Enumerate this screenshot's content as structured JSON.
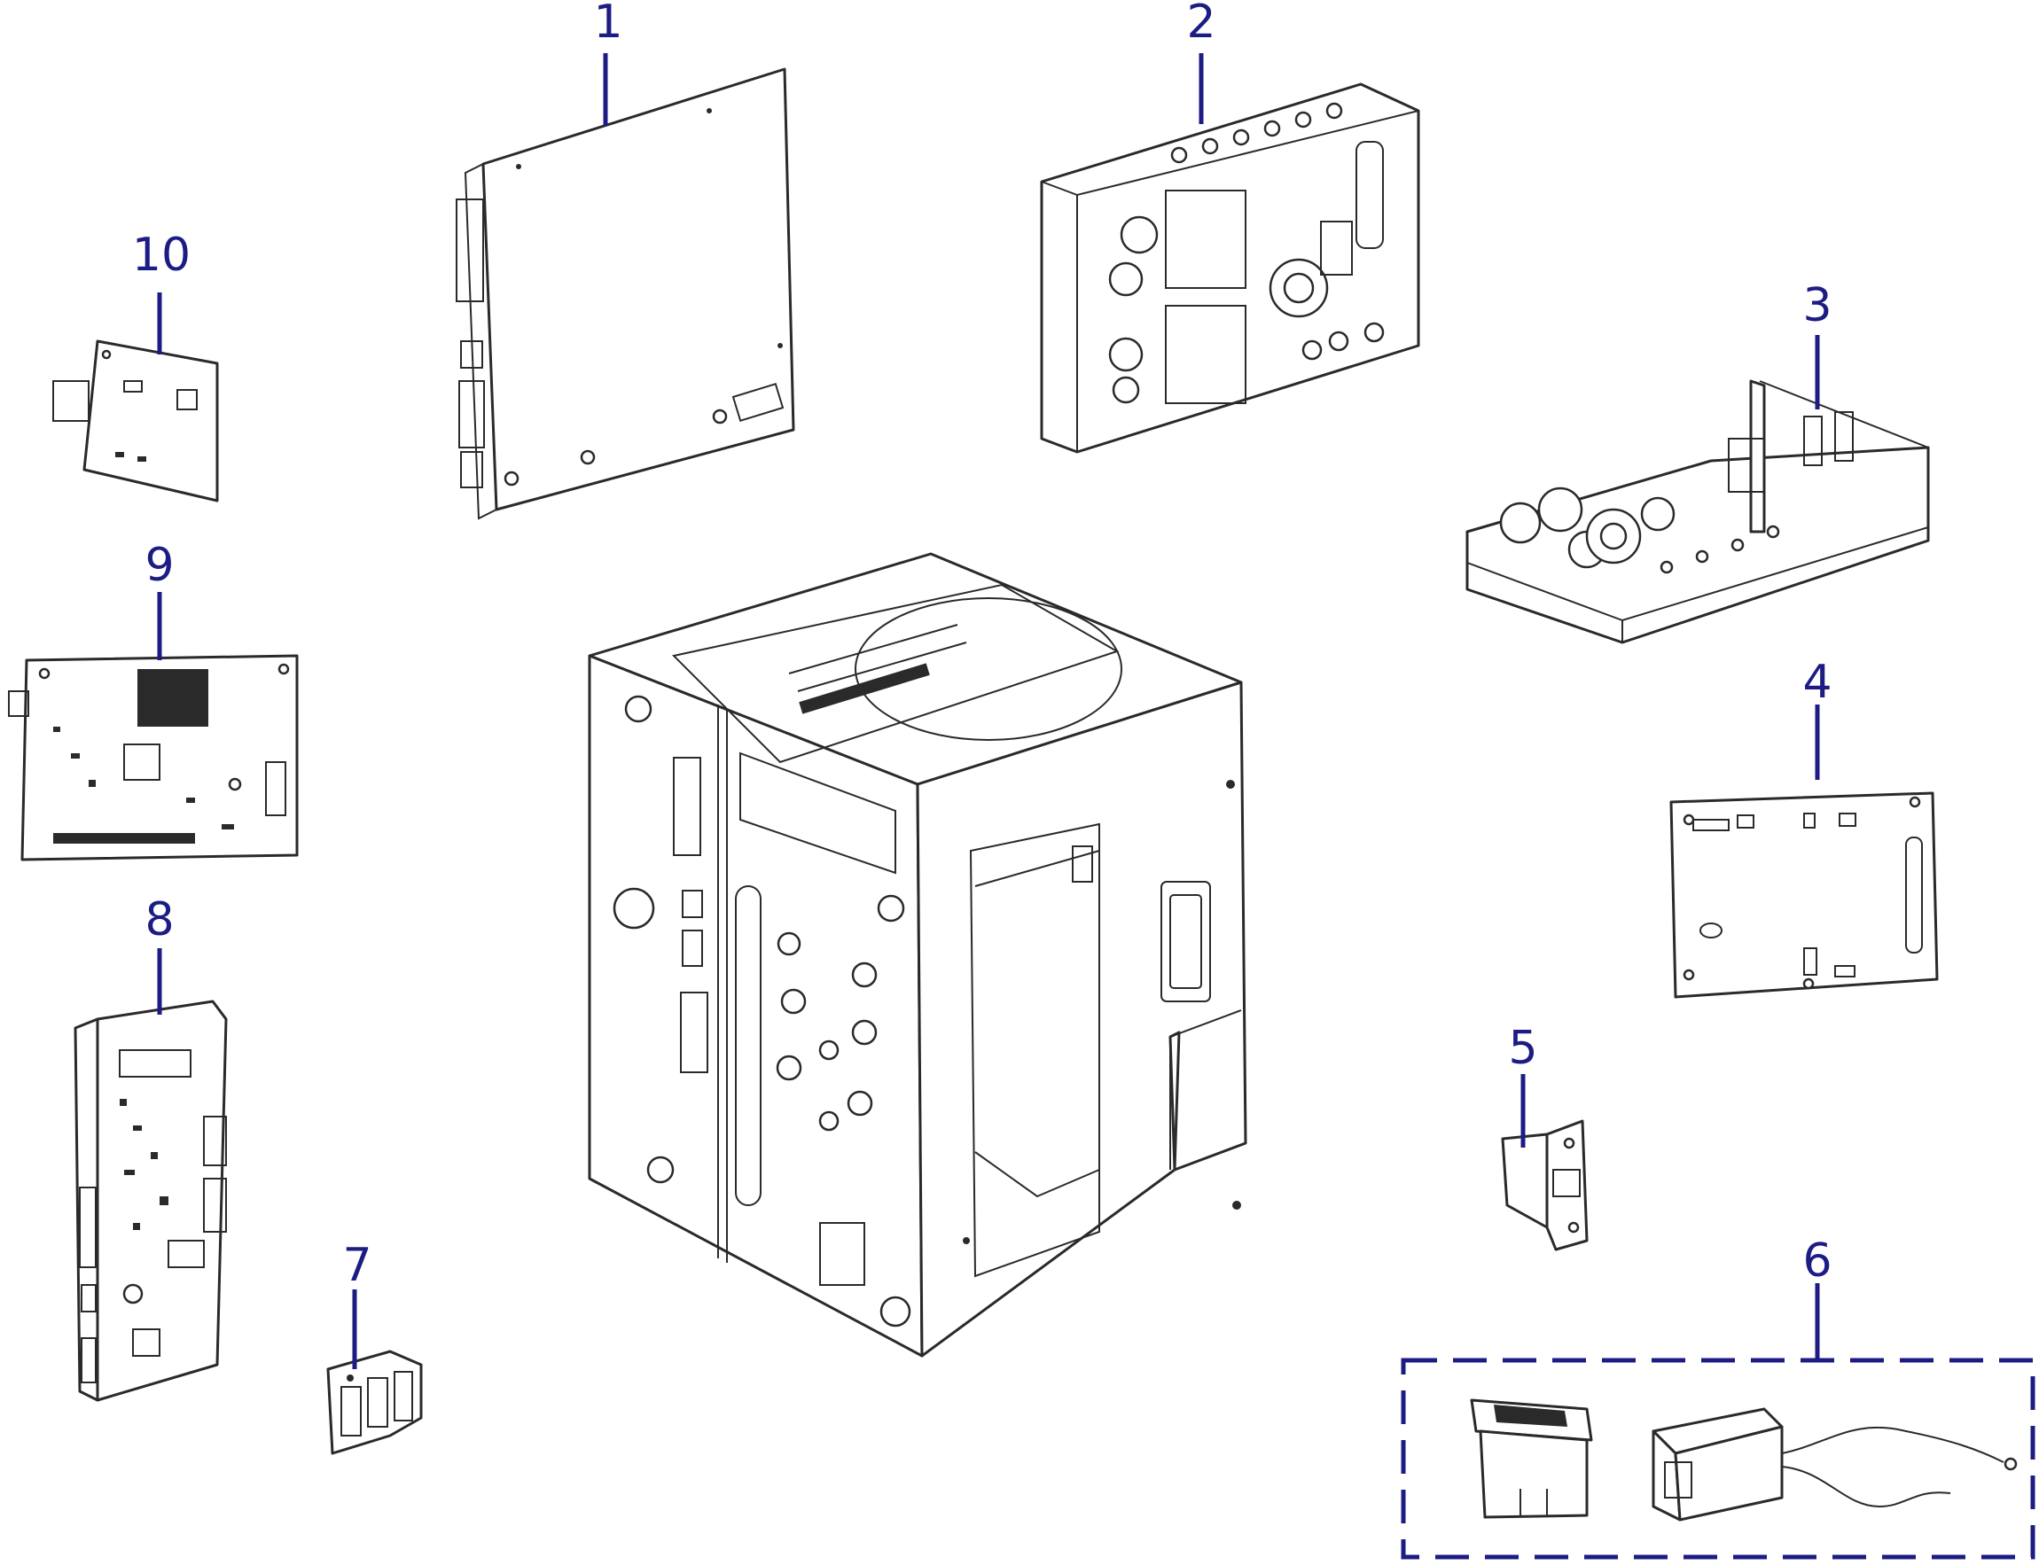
{
  "diagram": {
    "accent_color": "#1c1c84",
    "line_color": "#2a2a2a",
    "callouts": [
      {
        "id": "1",
        "label": "1"
      },
      {
        "id": "2",
        "label": "2"
      },
      {
        "id": "3",
        "label": "3"
      },
      {
        "id": "4",
        "label": "4"
      },
      {
        "id": "5",
        "label": "5"
      },
      {
        "id": "6",
        "label": "6"
      },
      {
        "id": "7",
        "label": "7"
      },
      {
        "id": "8",
        "label": "8"
      },
      {
        "id": "9",
        "label": "9"
      },
      {
        "id": "10",
        "label": "10"
      }
    ]
  }
}
